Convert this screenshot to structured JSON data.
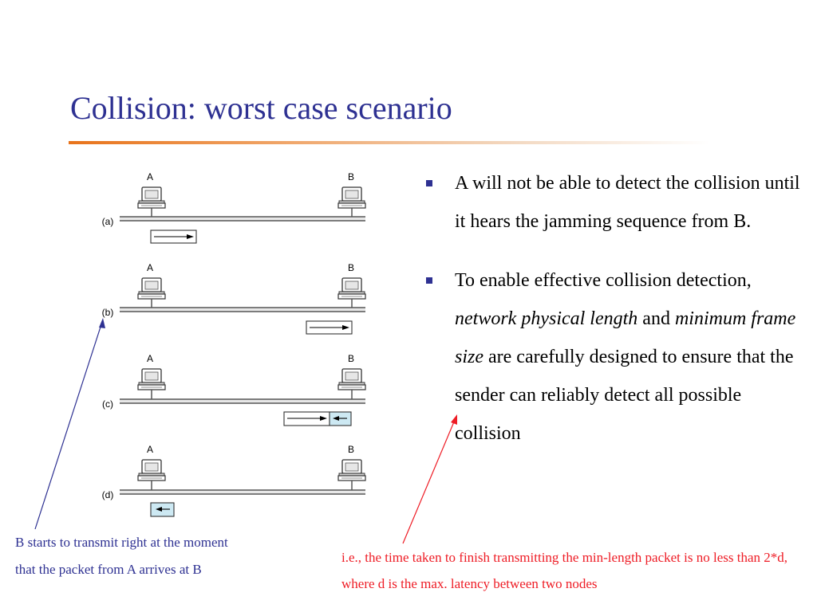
{
  "title": "Collision: worst case scenario",
  "colors": {
    "title": "#2E3192",
    "rule": "#E8731A",
    "left_note": "#2E3192",
    "right_note": "#EE1C25",
    "frame_fill": "#CDE9F3"
  },
  "diagram": {
    "panels": [
      {
        "label": "(a)",
        "left_station": "A",
        "right_station": "B"
      },
      {
        "label": "(b)",
        "left_station": "A",
        "right_station": "B"
      },
      {
        "label": "(c)",
        "left_station": "A",
        "right_station": "B"
      },
      {
        "label": "(d)",
        "left_station": "A",
        "right_station": "B"
      }
    ]
  },
  "bullets": {
    "b1": {
      "text": "A will not be able to detect the collision until it hears the jamming sequence from B."
    },
    "b2": {
      "text_1": "To enable effective collision detection, ",
      "em_1": "network physical length",
      "text_2": " and ",
      "em_2": "minimum frame size",
      "text_3": " are carefully designed to ensure that the sender can reliably detect all possible collision"
    }
  },
  "notes": {
    "left": "B starts to transmit right at the moment that the packet from A arrives at B",
    "right": "i.e., the time taken to finish transmitting the min-length packet is no less than 2*d, where d is the max. latency between two nodes"
  }
}
